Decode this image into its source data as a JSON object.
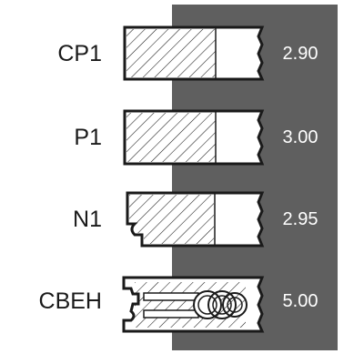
{
  "rings": [
    {
      "label": "CP1",
      "thickness": "2.90",
      "profile": "taper-face-ring"
    },
    {
      "label": "P1",
      "thickness": "3.00",
      "profile": "plain-rectangular-ring"
    },
    {
      "label": "N1",
      "thickness": "2.95",
      "profile": "napier-notched-ring"
    },
    {
      "label": "CBEH",
      "thickness": "5.00",
      "profile": "oil-control-ring-with-expander-spring"
    }
  ],
  "colors": {
    "panel": "#5f5f5f",
    "ink": "#1a1a1a",
    "value_text": "#ffffff"
  }
}
